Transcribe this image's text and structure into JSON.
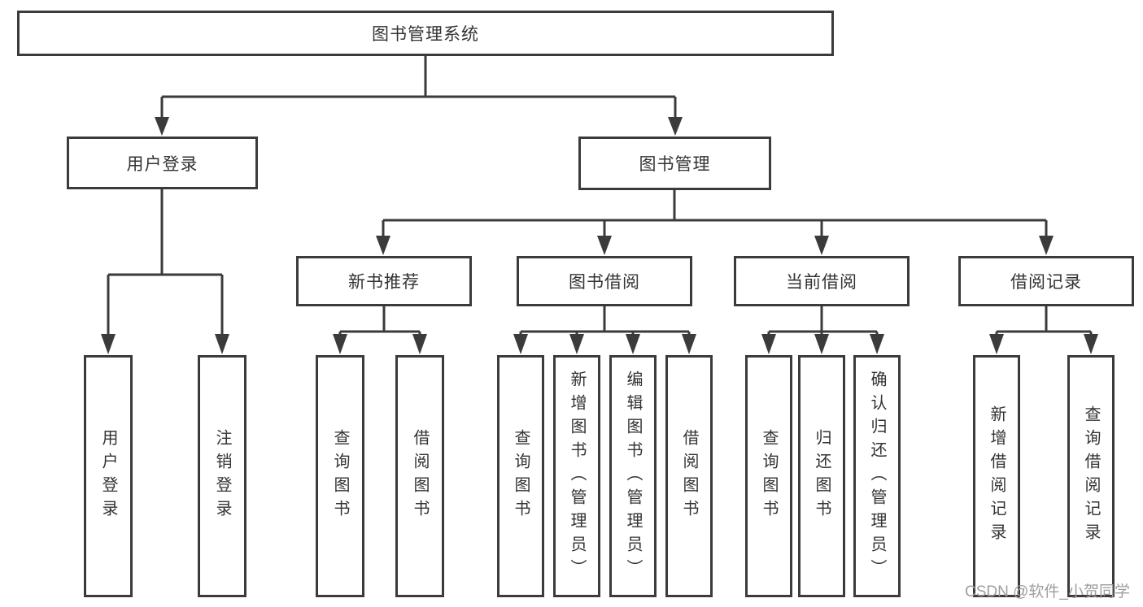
{
  "tree": {
    "label": "图书管理系统",
    "children": [
      {
        "label": "用户登录",
        "children": [
          {
            "label": "用户登录"
          },
          {
            "label": "注销登录"
          }
        ]
      },
      {
        "label": "图书管理",
        "children": [
          {
            "label": "新书推荐",
            "children": [
              {
                "label": "查询图书"
              },
              {
                "label": "借阅图书"
              }
            ]
          },
          {
            "label": "图书借阅",
            "children": [
              {
                "label": "查询图书"
              },
              {
                "label": "新增图书（管理员）"
              },
              {
                "label": "编辑图书（管理员）"
              },
              {
                "label": "借阅图书"
              }
            ]
          },
          {
            "label": "当前借阅",
            "children": [
              {
                "label": "查询图书"
              },
              {
                "label": "归还图书"
              },
              {
                "label": "确认归还（管理员）"
              }
            ]
          },
          {
            "label": "借阅记录",
            "children": [
              {
                "label": "新增借阅记录"
              },
              {
                "label": "查询借阅记录"
              }
            ]
          }
        ]
      }
    ]
  },
  "watermark": {
    "text": "CSDN @软件_小贺同学"
  },
  "colors": {
    "line": "#3b3b3b",
    "box_border": "#3b3b3b",
    "box_background": "#ffffff",
    "label_text": "#333333",
    "watermark_text": "#9e9e9e"
  }
}
